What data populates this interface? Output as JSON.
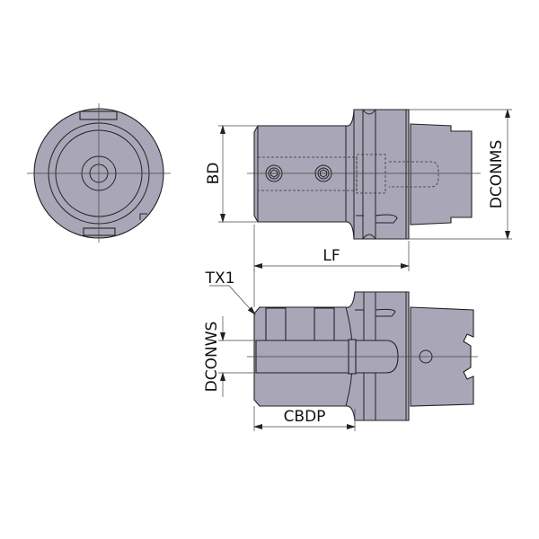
{
  "dimensions": {
    "bd": "BD",
    "dconms": "DCONMS",
    "lf": "LF",
    "tx1": "TX1",
    "dconws": "DCONWS",
    "cbdp": "CBDP"
  },
  "colors": {
    "part_fill": "#a9a7b7",
    "outline": "#222222"
  }
}
